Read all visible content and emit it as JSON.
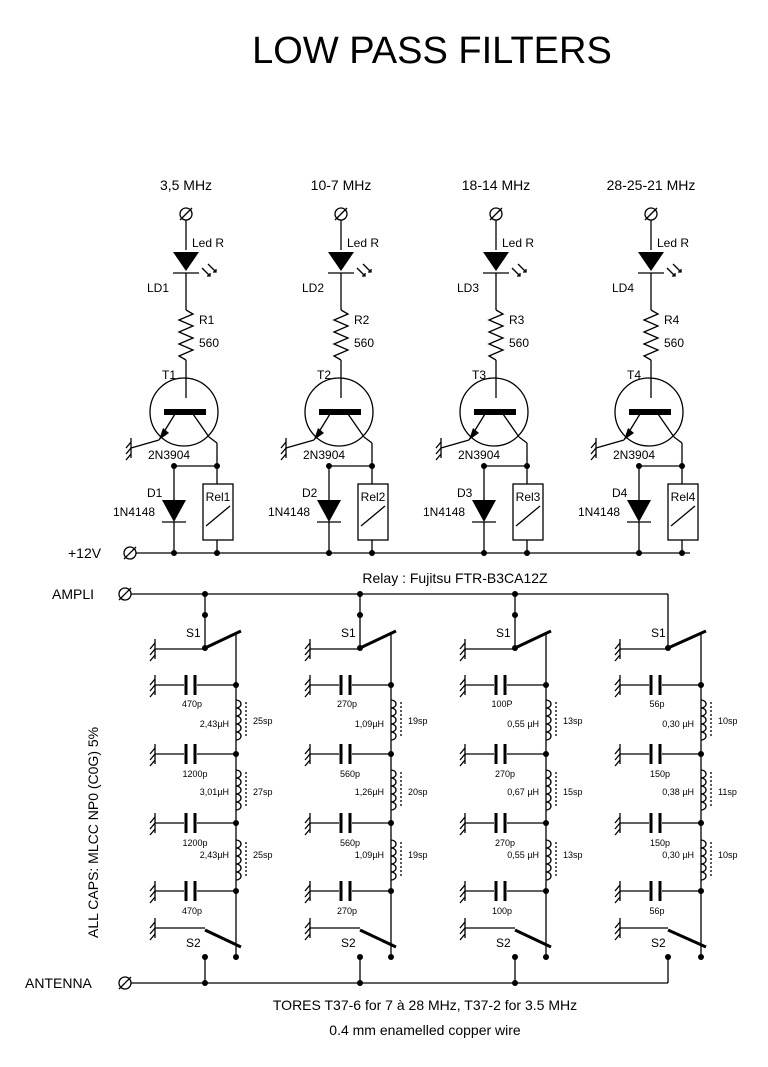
{
  "title": "LOW PASS FILTERS",
  "bands": [
    {
      "freq": "3,5 MHz",
      "led_type": "Led R",
      "led_ref": "LD1",
      "res_ref": "R1",
      "res_val": "560",
      "tr_ref": "T1",
      "tr_type": "2N3904",
      "diode_ref": "D1",
      "diode_type": "1N4148",
      "relay_ref": "Rel1",
      "sw_top": "S1",
      "sw_bot": "S2",
      "caps": [
        "470p",
        "1200p",
        "1200p",
        "470p"
      ],
      "inductors": [
        {
          "value": "2,43µH",
          "turns": "25sp"
        },
        {
          "value": "3,01µH",
          "turns": "27sp"
        },
        {
          "value": "2,43µH",
          "turns": "25sp"
        }
      ]
    },
    {
      "freq": "10-7 MHz",
      "led_type": "Led R",
      "led_ref": "LD2",
      "res_ref": "R2",
      "res_val": "560",
      "tr_ref": "T2",
      "tr_type": "2N3904",
      "diode_ref": "D2",
      "diode_type": "1N4148",
      "relay_ref": "Rel2",
      "sw_top": "S1",
      "sw_bot": "S2",
      "caps": [
        "270p",
        "560p",
        "560p",
        "270p"
      ],
      "inductors": [
        {
          "value": "1,09µH",
          "turns": "19sp"
        },
        {
          "value": "1,26µH",
          "turns": "20sp"
        },
        {
          "value": "1,09µH",
          "turns": "19sp"
        }
      ]
    },
    {
      "freq": "18-14 MHz",
      "led_type": "Led R",
      "led_ref": "LD3",
      "res_ref": "R3",
      "res_val": "560",
      "tr_ref": "T3",
      "tr_type": "2N3904",
      "diode_ref": "D3",
      "diode_type": "1N4148",
      "relay_ref": "Rel3",
      "sw_top": "S1",
      "sw_bot": "S2",
      "caps": [
        "100P",
        "270p",
        "270p",
        "100p"
      ],
      "inductors": [
        {
          "value": "0,55 µH",
          "turns": "13sp"
        },
        {
          "value": "0,67 µH",
          "turns": "15sp"
        },
        {
          "value": "0,55 µH",
          "turns": "13sp"
        }
      ]
    },
    {
      "freq": "28-25-21 MHz",
      "led_type": "Led R",
      "led_ref": "LD4",
      "res_ref": "R4",
      "res_val": "560",
      "tr_ref": "T4",
      "tr_type": "2N3904",
      "diode_ref": "D4",
      "diode_type": "1N4148",
      "relay_ref": "Rel4",
      "sw_top": "S1",
      "sw_bot": "S2",
      "caps": [
        "56p",
        "150p",
        "150p",
        "56p"
      ],
      "inductors": [
        {
          "value": "0,30 µH",
          "turns": "10sp"
        },
        {
          "value": "0,38 µH",
          "turns": "11sp"
        },
        {
          "value": "0,30 µH",
          "turns": "10sp"
        }
      ]
    }
  ],
  "supply_label": "+12V",
  "ampli_label": "AMPLI",
  "antenna_label": "ANTENNA",
  "relay_note": "Relay : Fujitsu FTR-B3CA12Z",
  "caps_note": "ALL CAPS:  MLCC  NP0 (C0G)  5%",
  "toroid_note": "TORES T37-6 for 7 à 28 MHz, T37-2 for 3.5 MHz",
  "wire_note": "0.4 mm enamelled copper wire"
}
